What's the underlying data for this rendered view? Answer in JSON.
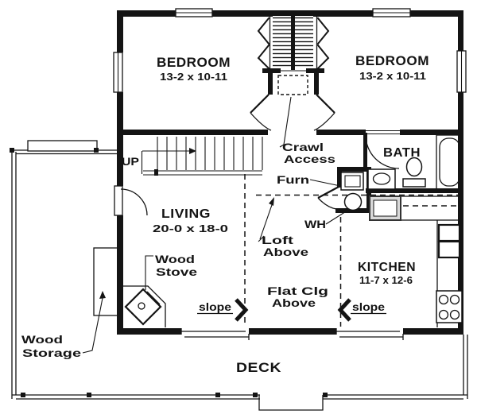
{
  "plan": {
    "type": "floor-plan-drawing",
    "rooms": {
      "bedroom_left": {
        "name": "BEDROOM",
        "dims": "13-2 x 10-11"
      },
      "bedroom_right": {
        "name": "BEDROOM",
        "dims": "13-2 x 10-11"
      },
      "bath": {
        "name": "BATH"
      },
      "living": {
        "name": "LIVING",
        "dims": "20-0 x 18-0"
      },
      "kitchen": {
        "name": "KITCHEN",
        "dims": "11-7 x 12-6"
      },
      "deck": {
        "name": "DECK"
      }
    },
    "annotations": {
      "up": "UP",
      "crawl_access_line1": "Crawl",
      "crawl_access_line2": "Access",
      "furnace": "Furn",
      "water_heater": "WH",
      "loft_above_line1": "Loft",
      "loft_above_line2": "Above",
      "wood_stove_line1": "Wood",
      "wood_stove_line2": "Stove",
      "flat_ceiling_line1": "Flat Clg",
      "flat_ceiling_line2": "Above",
      "slope_left": "slope",
      "slope_right": "slope",
      "wood_storage_line1": "Wood",
      "wood_storage_line2": "Storage"
    },
    "colors": {
      "ink": "#141414",
      "paper": "#ffffff",
      "counter_gray": "#d9d9d9"
    }
  }
}
